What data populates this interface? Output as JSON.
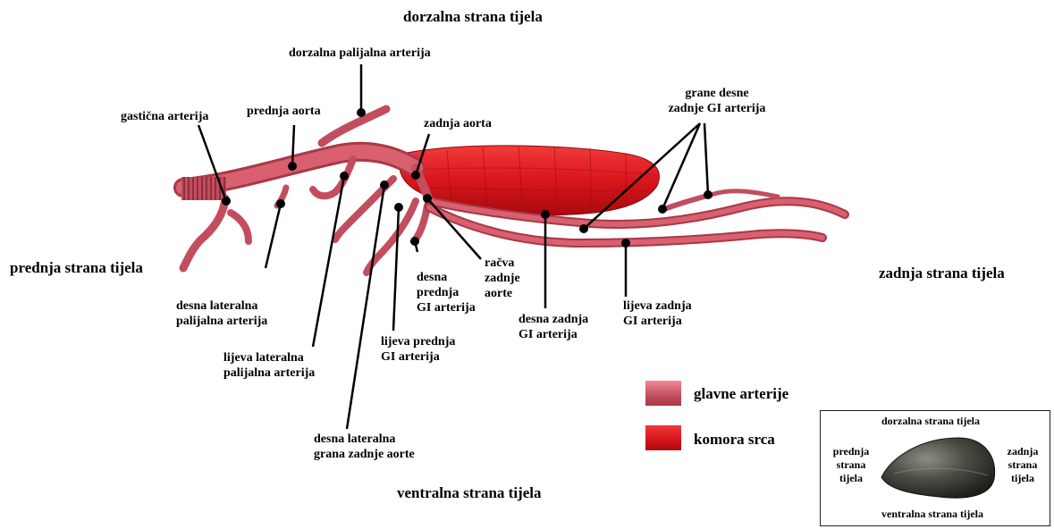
{
  "orientation": {
    "dorsal": "dorzalna strana tijela",
    "ventral": "ventralna strana tijela",
    "anterior": "prednja strana tijela",
    "posterior": "zadnja strana tijela"
  },
  "labels": {
    "dorsal_pallial": "dorzalna palijalna arterija",
    "gastric": "gastična arterija",
    "anterior_aorta": "prednja aorta",
    "posterior_aorta": "zadnja aorta",
    "right_posterior_gi_branches": [
      "grane desne",
      "zadnje GI arterija"
    ],
    "right_lateral_pallial": [
      "desna lateralna",
      "palijalna arterija"
    ],
    "left_lateral_pallial": [
      "lijeva lateralna",
      "palijalna arterija"
    ],
    "right_lateral_branch": [
      "desna lateralna",
      "grana zadnje aorte"
    ],
    "left_anterior_gi": [
      "lijeva prednja",
      "GI arterija"
    ],
    "right_anterior_gi": [
      "desna",
      "prednja",
      "GI arterija"
    ],
    "aorta_fork": [
      "račva",
      "zadnje",
      "aorte"
    ],
    "right_posterior_gi": [
      "desna zadnja",
      "GI arterija"
    ],
    "left_posterior_gi": [
      "lijeva zadnja",
      "GI arterija"
    ]
  },
  "legend": {
    "arteries": "glavne arterije",
    "heart": "komora srca",
    "artery_color": "#d9606e",
    "heart_color": "#e0141c"
  },
  "inset": {
    "dorsal": "dorzalna strana tijela",
    "ventral": "ventralna strana tijela",
    "anterior": [
      "prednja",
      "strana",
      "tijela"
    ],
    "posterior": [
      "zadnja",
      "strana",
      "tijela"
    ]
  }
}
